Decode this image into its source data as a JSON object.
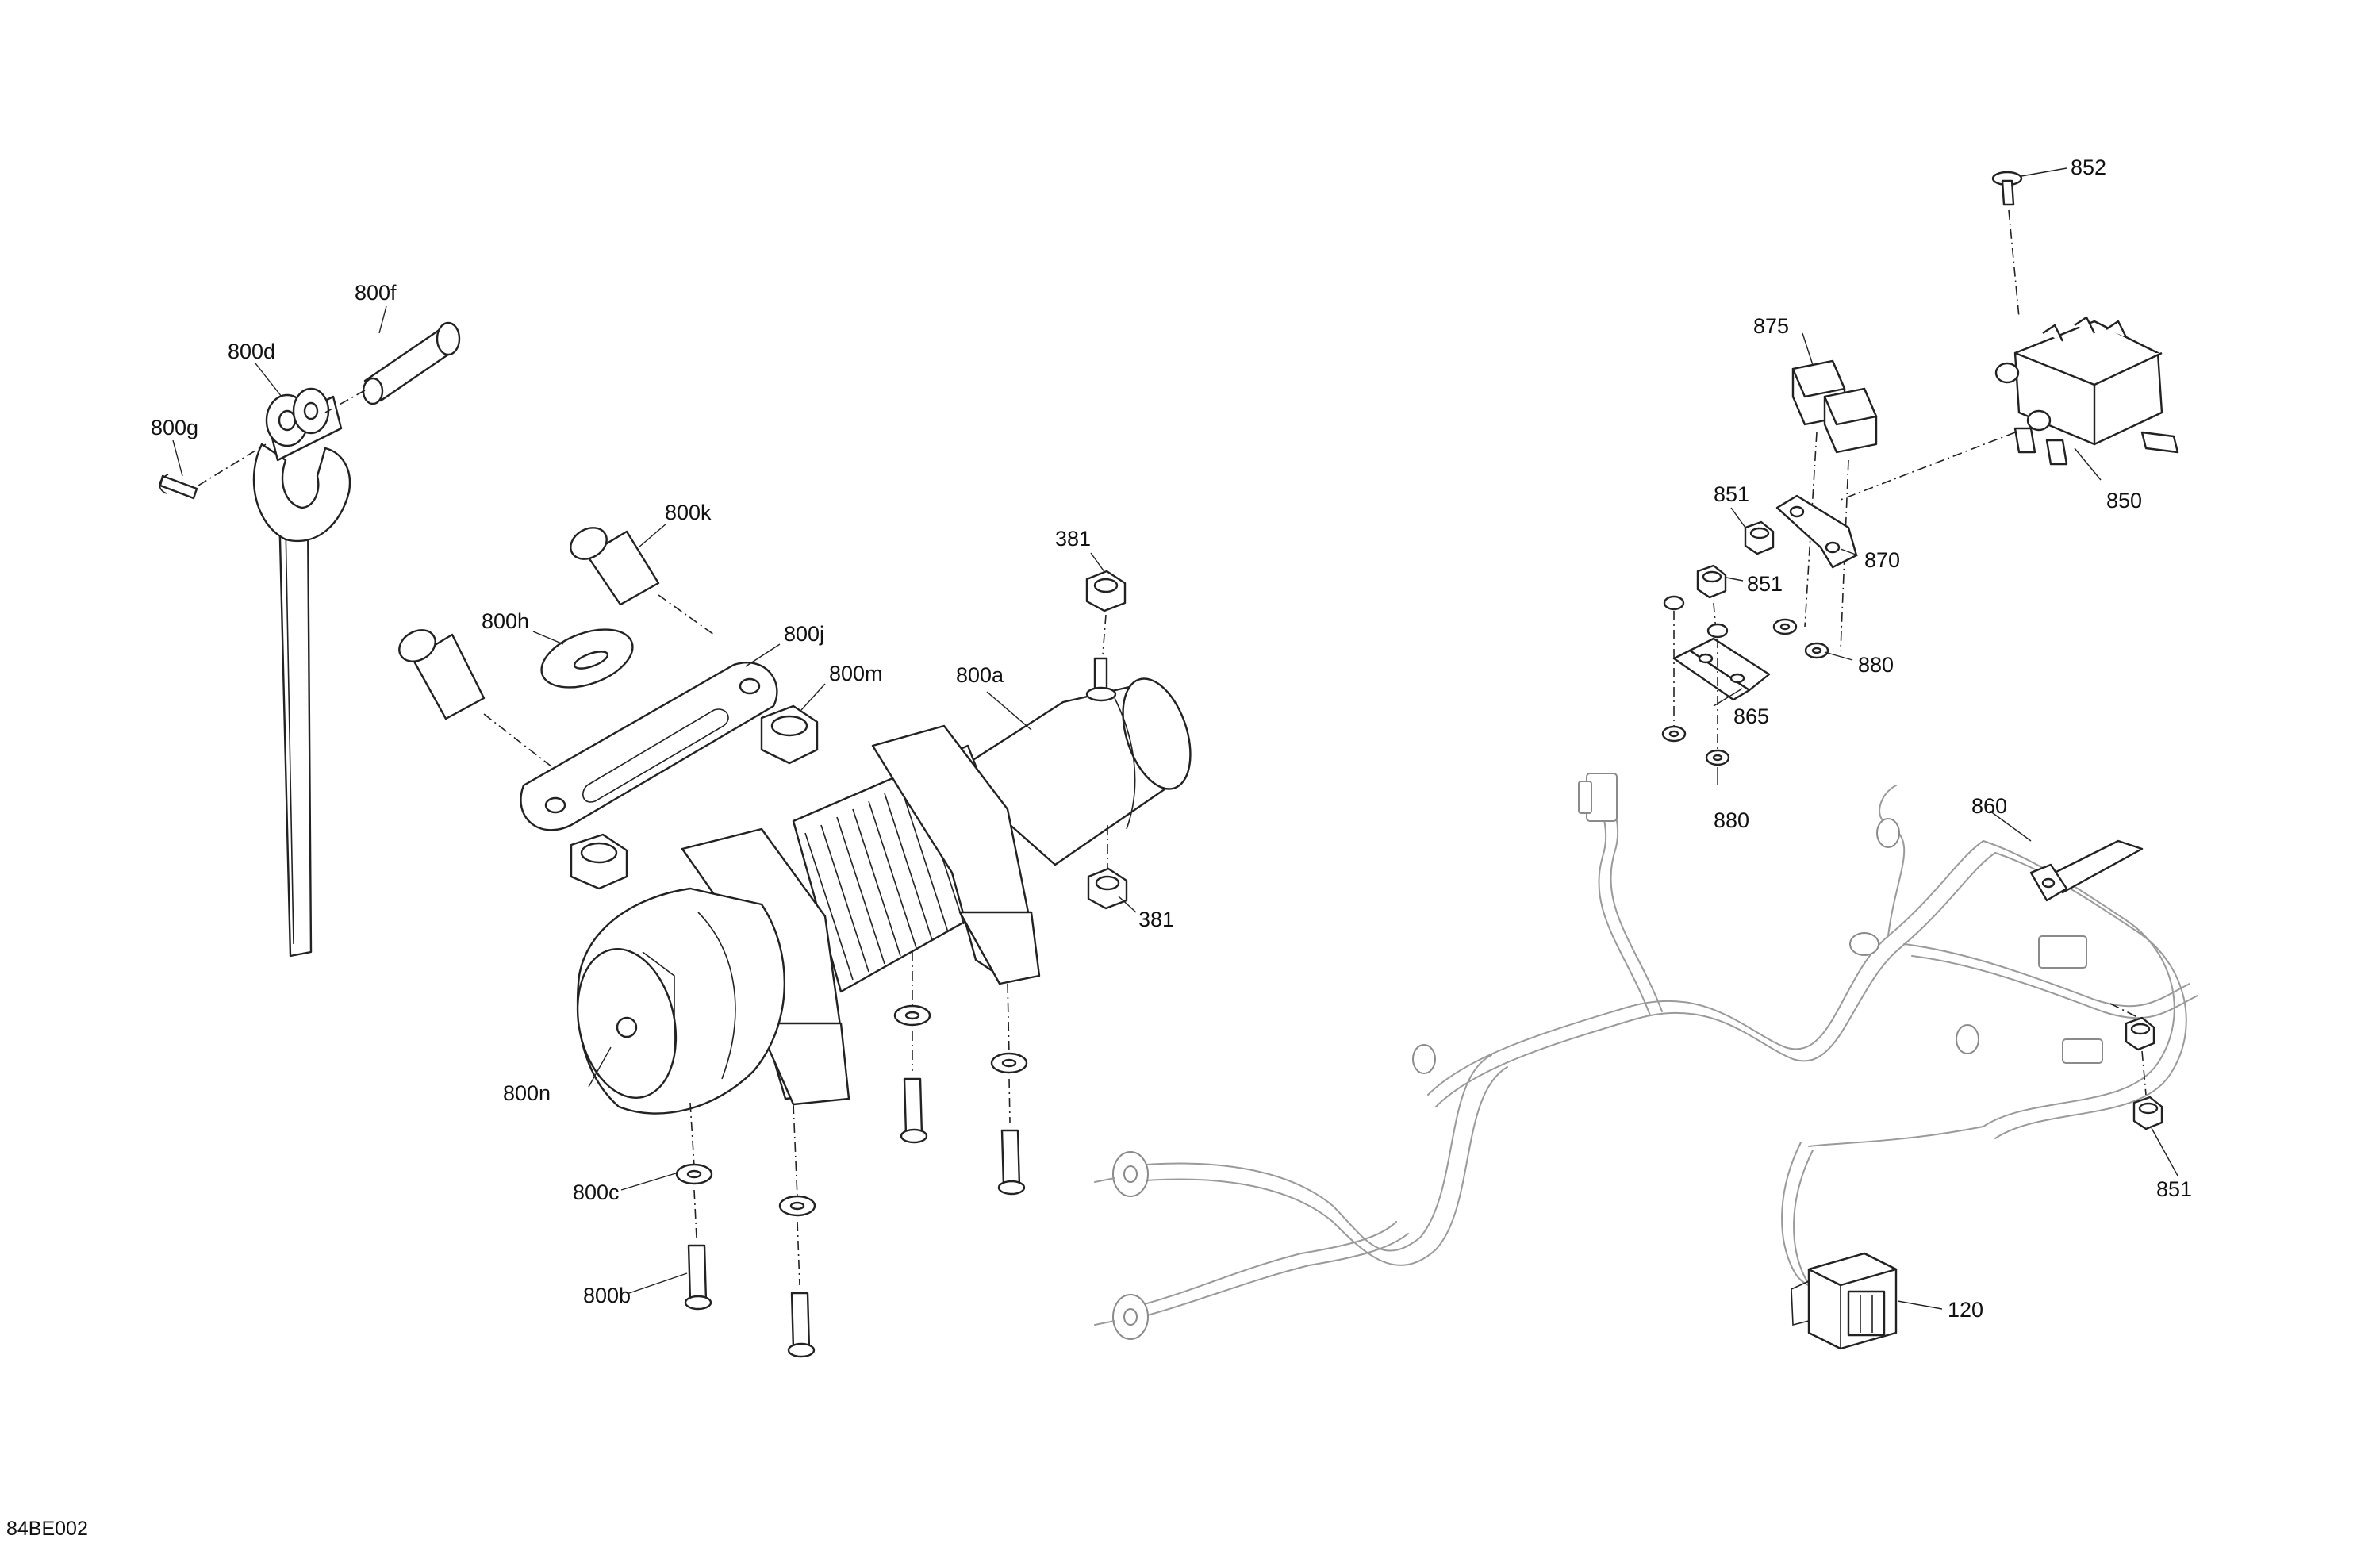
{
  "diagram": {
    "drawing_code": "84BE002",
    "callouts": [
      {
        "id": "800f",
        "label": "800f"
      },
      {
        "id": "800d",
        "label": "800d"
      },
      {
        "id": "800g",
        "label": "800g"
      },
      {
        "id": "800k",
        "label": "800k"
      },
      {
        "id": "800h",
        "label": "800h"
      },
      {
        "id": "800j",
        "label": "800j"
      },
      {
        "id": "800m",
        "label": "800m"
      },
      {
        "id": "800a",
        "label": "800a"
      },
      {
        "id": "381a",
        "label": "381"
      },
      {
        "id": "381b",
        "label": "381"
      },
      {
        "id": "800n",
        "label": "800n"
      },
      {
        "id": "800c",
        "label": "800c"
      },
      {
        "id": "800b",
        "label": "800b"
      },
      {
        "id": "852",
        "label": "852"
      },
      {
        "id": "875",
        "label": "875"
      },
      {
        "id": "850",
        "label": "850"
      },
      {
        "id": "851a",
        "label": "851"
      },
      {
        "id": "851b",
        "label": "851"
      },
      {
        "id": "870",
        "label": "870"
      },
      {
        "id": "880a",
        "label": "880"
      },
      {
        "id": "865",
        "label": "865"
      },
      {
        "id": "880b",
        "label": "880"
      },
      {
        "id": "860",
        "label": "860"
      },
      {
        "id": "851c",
        "label": "851"
      },
      {
        "id": "120",
        "label": "120"
      }
    ]
  }
}
